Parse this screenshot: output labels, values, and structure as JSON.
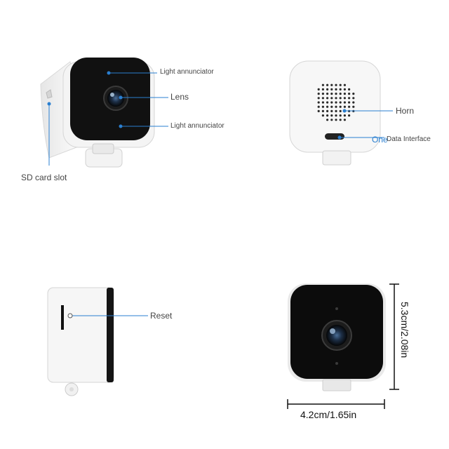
{
  "labels": {
    "light_annunciator_top": "Light annunciator",
    "lens": "Lens",
    "light_annunciator_bottom": "Light annunciator",
    "sd_card_slot": "SD card slot",
    "horn": "Horn",
    "one_data_interface_prefix": "One",
    "one_data_interface": "Data Interface",
    "reset": "Reset",
    "height_dimension": "5.3cm/2.08in",
    "width_dimension": "4.2cm/1.65in"
  },
  "colors": {
    "callout": "#2a7fd0",
    "camera_white": "#f5f5f5",
    "camera_black": "#111111"
  }
}
